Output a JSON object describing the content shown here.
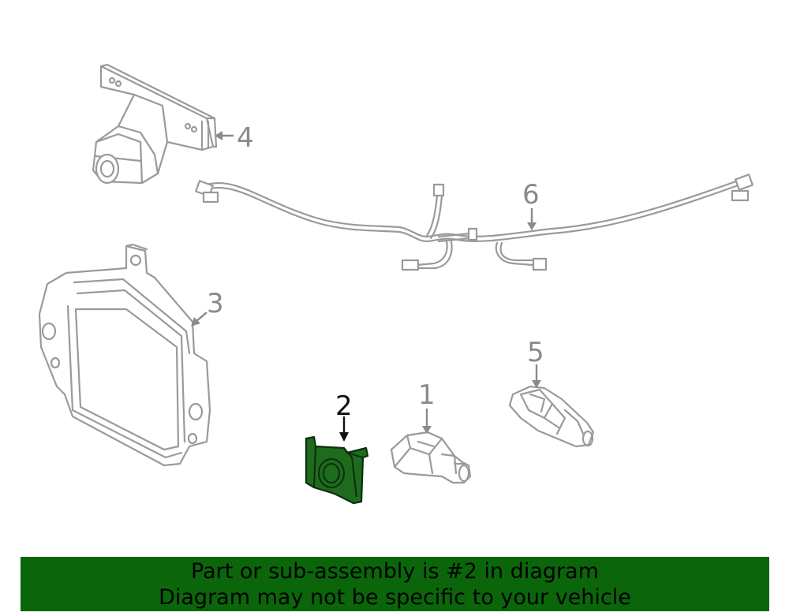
{
  "callouts": {
    "part_1": "1",
    "part_2": "2",
    "part_3": "3",
    "part_4": "4",
    "part_5": "5",
    "part_6": "6"
  },
  "selected_part": "2",
  "colors": {
    "highlight_part": "#1e6b1e",
    "banner_background": "#0b660b",
    "line_art": "#9a9a9a"
  },
  "banner": {
    "line1": "Part or sub-assembly is #2 in diagram",
    "line2": "Diagram may not be specific to your vehicle"
  }
}
